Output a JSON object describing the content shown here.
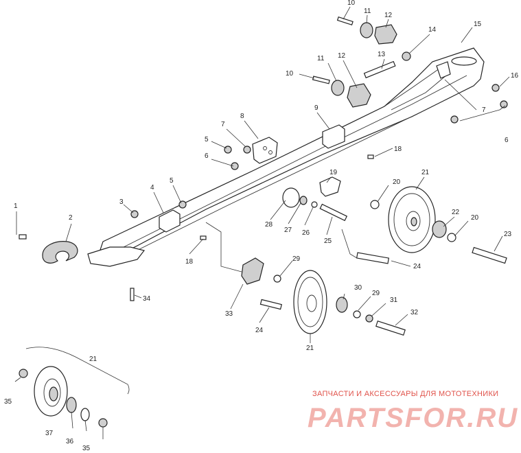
{
  "callouts": {
    "c1": "1",
    "c2": "2",
    "c3": "3",
    "c4": "4",
    "c5a": "5",
    "c5b": "5",
    "c6a": "6",
    "c6b": "6",
    "c7a": "7",
    "c7b": "7",
    "c8": "8",
    "c9": "9",
    "c10a": "10",
    "c10b": "10",
    "c11a": "11",
    "c11b": "11",
    "c12a": "12",
    "c12b": "12",
    "c13": "13",
    "c14": "14",
    "c15": "15",
    "c16": "16",
    "c18a": "18",
    "c18b": "18",
    "c19": "19",
    "c20a": "20",
    "c20b": "20",
    "c21a": "21",
    "c21b": "21",
    "c21c": "21",
    "c22": "22",
    "c23": "23",
    "c24a": "24",
    "c24b": "24",
    "c25": "25",
    "c26": "26",
    "c27": "27",
    "c28": "28",
    "c29a": "29",
    "c29b": "29",
    "c30": "30",
    "c31": "31",
    "c32": "32",
    "c33": "33",
    "c34": "34",
    "c35a": "35",
    "c35b": "35",
    "c36": "36",
    "c37": "37"
  },
  "watermark": {
    "tagline": "ЗАПЧАСТИ И АКСЕССУАРЫ ДЛЯ МОТОТЕХНИКИ",
    "logo": "PARTSFOR.RU"
  }
}
